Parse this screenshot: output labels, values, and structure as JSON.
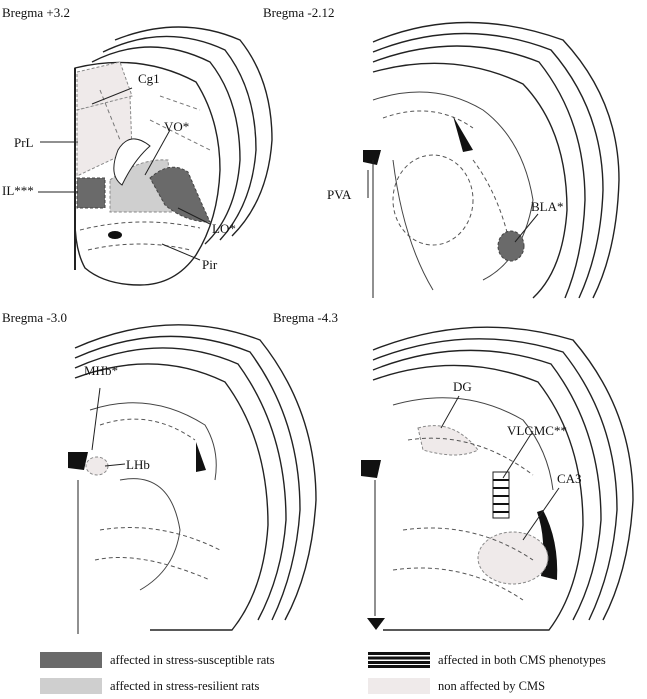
{
  "panels": [
    {
      "title": "Bregma +3.2",
      "labels": [
        "Cg1",
        "PrL",
        "VO*",
        "IL***",
        "LO*",
        "Pir"
      ]
    },
    {
      "title": "Bregma -2.12",
      "labels": [
        "PVA",
        "BLA*"
      ]
    },
    {
      "title": "Bregma -3.0",
      "labels": [
        "MHb*",
        "LHb"
      ]
    },
    {
      "title": "Bregma -4.3",
      "labels": [
        "DG",
        "VLGMC**",
        "CA3"
      ]
    }
  ],
  "legend": [
    {
      "text": "affected in stress-susceptible rats",
      "swatch": "#6a6a6a"
    },
    {
      "text": "affected in both  CMS phenotypes",
      "swatch": "stripes"
    },
    {
      "text": "affected in stress-resilient rats",
      "swatch": "#cfcfcf"
    },
    {
      "text": "non affected by CMS",
      "swatch": "#efeaea"
    }
  ],
  "colors": {
    "susceptible": "#6a6a6a",
    "resilient": "#cfcfcf",
    "both": "#111111",
    "non_affected": "#efeaea",
    "outline": "#222222"
  }
}
